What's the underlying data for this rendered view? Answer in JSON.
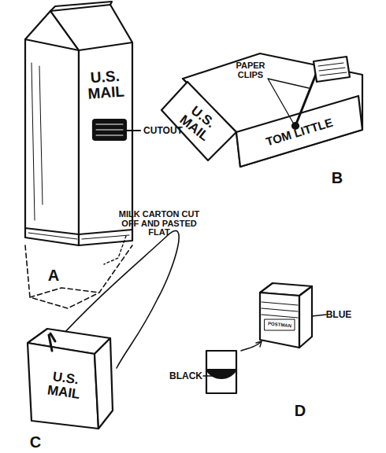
{
  "diagram": {
    "labels": [
      "U.S. MAIL",
      "CUTOUT",
      "MILK CARTON CUT OFF AND PASTED FLAT",
      "A",
      "PAPER CLIPS",
      "U.S. MAIL",
      "TOM LITTLE",
      "B",
      "U.S. MAIL",
      "C",
      "POSTMAN",
      "BLUE",
      "BLACK",
      "D"
    ]
  }
}
